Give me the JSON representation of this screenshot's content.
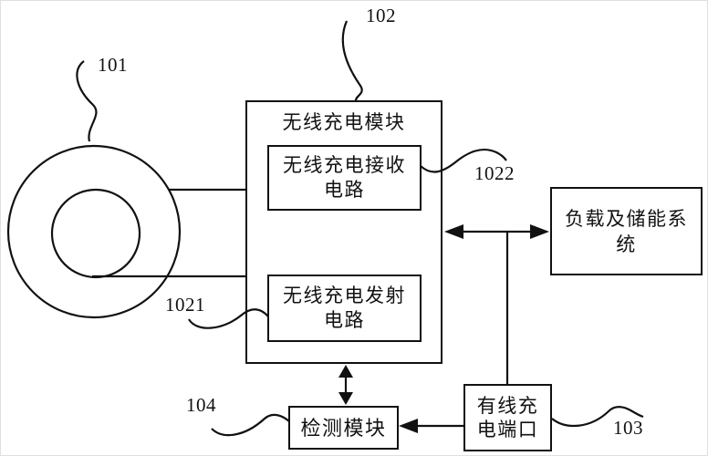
{
  "figure": {
    "background": "#ffffff",
    "line_color": "#111111",
    "type": "patent-block-diagram"
  },
  "boxes": {
    "wireless_module": {
      "title": "无线充电模块"
    },
    "receiver": {
      "lines": [
        "无线充电接收",
        "电路"
      ]
    },
    "transmitter": {
      "lines": [
        "无线充电发射",
        "电路"
      ]
    },
    "load_storage": {
      "lines": [
        "负载及储能系",
        "统"
      ]
    },
    "detect": {
      "label": "检测模块"
    },
    "wired_port": {
      "lines": [
        "有线充",
        "电端口"
      ]
    }
  },
  "labels": {
    "coil": "101",
    "module": "102",
    "wired_port": "103",
    "detect": "104",
    "transmitter": "1021",
    "receiver": "1022"
  }
}
